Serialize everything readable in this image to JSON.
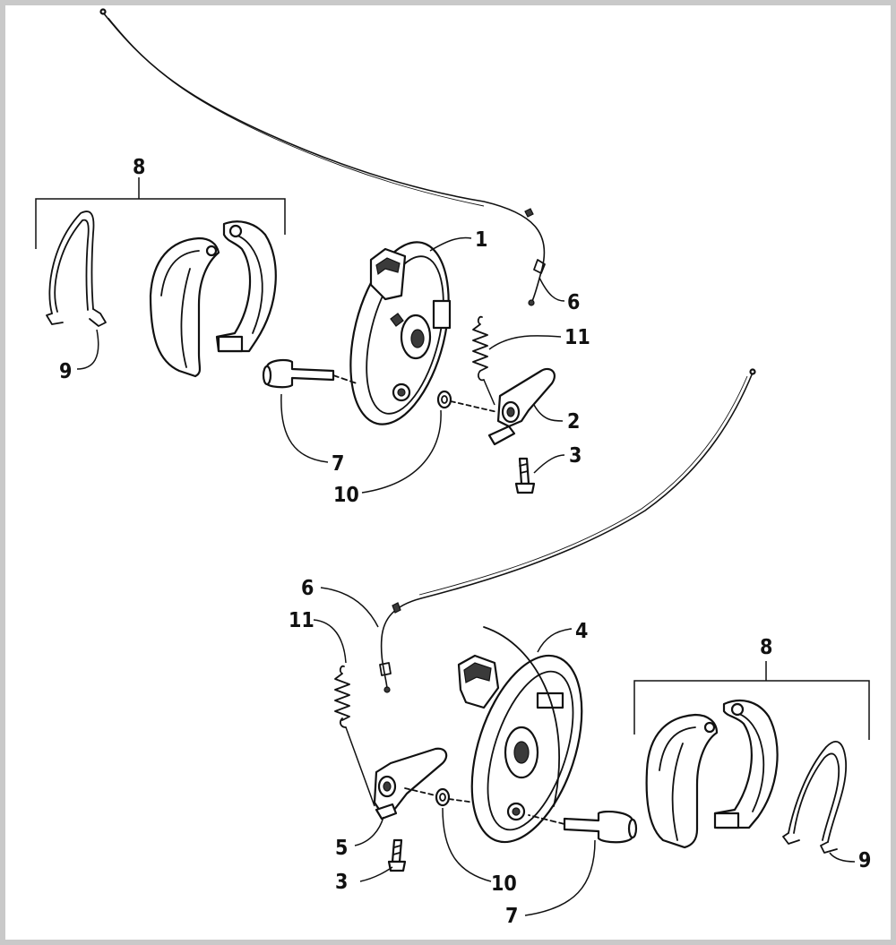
{
  "diagram": {
    "callouts": {
      "upper": {
        "c1": "1",
        "c2": "2",
        "c3": "3",
        "c6": "6",
        "c7": "7",
        "c8": "8",
        "c9": "9",
        "c10": "10",
        "c11": "11"
      },
      "lower": {
        "c3": "3",
        "c4": "4",
        "c5": "5",
        "c6": "6",
        "c7": "7",
        "c8": "8",
        "c9": "9",
        "c10": "10",
        "c11": "11"
      }
    }
  }
}
